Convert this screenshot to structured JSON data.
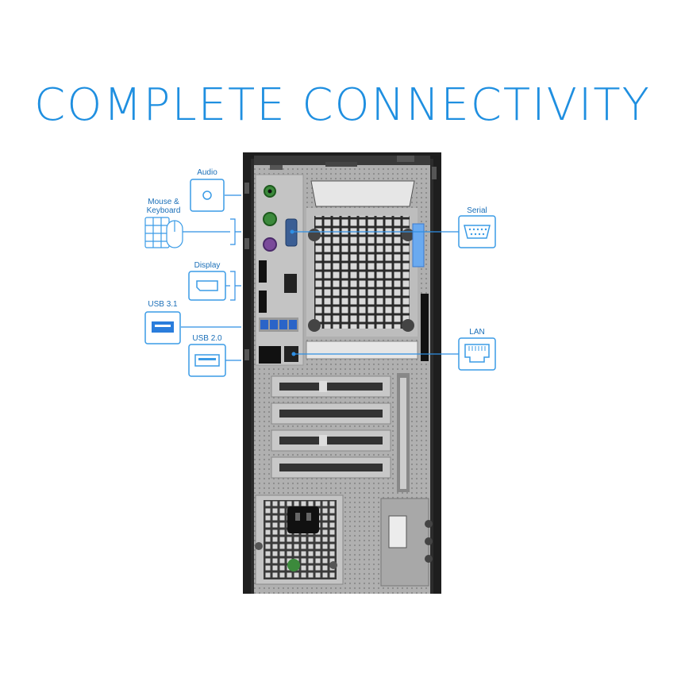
{
  "heading": "COMPLETE CONNECTIVITY",
  "colors": {
    "accent": "#1f8fe0",
    "tower_frame": "#1e1e1e",
    "panel": "#b7b7b7",
    "port_highlight": "#6aaaf0"
  },
  "labels": {
    "audio": "Audio",
    "mouse_keyboard_line1": "Mouse &",
    "mouse_keyboard_line2": "Keyboard",
    "display": "Display",
    "usb31": "USB 3.1",
    "usb20": "USB 2.0",
    "serial": "Serial",
    "lan": "LAN"
  },
  "icons": [
    "audio-jack-icon",
    "keyboard-icon",
    "mouse-icon",
    "displayport-icon",
    "usb-3-icon",
    "usb-2-icon",
    "serial-port-icon",
    "ethernet-port-icon"
  ]
}
